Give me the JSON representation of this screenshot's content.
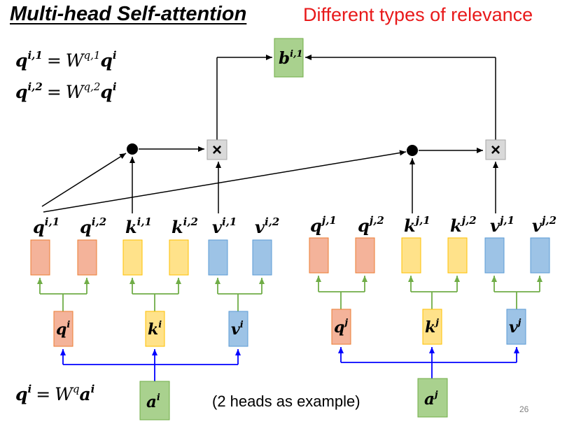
{
  "title": "Multi-head Self-attention",
  "subtitle": "Different types of relevance",
  "note": "(2 heads as example)",
  "page_number": "26",
  "colors": {
    "query": "#f4b39a",
    "key": "#ffe28a",
    "value": "#9dc3e6",
    "input": "#a9d18e",
    "output": "#a9d18e",
    "branch_green": "#70ad47",
    "input_blue": "#0000ff",
    "multiply_box": "#d9d9d9"
  },
  "equations": {
    "eq1": {
      "lhs_base": "q",
      "lhs_sup": "i,1",
      "equals": "=",
      "W": "W",
      "W_sup": "q,1",
      "rhs_base": "q",
      "rhs_sup": "i"
    },
    "eq2": {
      "lhs_base": "q",
      "lhs_sup": "i,2",
      "equals": "=",
      "W": "W",
      "W_sup": "q,2",
      "rhs_base": "q",
      "rhs_sup": "i"
    },
    "eq3": {
      "lhs_base": "q",
      "lhs_sup": "i",
      "equals": "=",
      "W": "W",
      "W_sup": "q",
      "rhs_base": "a",
      "rhs_sup": "i"
    }
  },
  "output": {
    "base": "b",
    "sup": "i,1"
  },
  "multiply_symbol": "×",
  "head_labels": {
    "i": [
      {
        "base": "q",
        "sup": "i,1"
      },
      {
        "base": "q",
        "sup": "i,2"
      },
      {
        "base": "k",
        "sup": "i,1"
      },
      {
        "base": "k",
        "sup": "i,2"
      },
      {
        "base": "v",
        "sup": "i,1"
      },
      {
        "base": "v",
        "sup": "i,2"
      }
    ],
    "j": [
      {
        "base": "q",
        "sup": "j,1"
      },
      {
        "base": "q",
        "sup": "j,2"
      },
      {
        "base": "k",
        "sup": "j,1"
      },
      {
        "base": "k",
        "sup": "j,2"
      },
      {
        "base": "v",
        "sup": "j,1"
      },
      {
        "base": "v",
        "sup": "j,2"
      }
    ]
  },
  "mid_labels": {
    "i": [
      {
        "base": "q",
        "sup": "i"
      },
      {
        "base": "k",
        "sup": "i"
      },
      {
        "base": "v",
        "sup": "i"
      }
    ],
    "j": [
      {
        "base": "q",
        "sup": "j"
      },
      {
        "base": "k",
        "sup": "j"
      },
      {
        "base": "v",
        "sup": "j"
      }
    ]
  },
  "inputs": {
    "i": {
      "base": "a",
      "sup": "i"
    },
    "j": {
      "base": "a",
      "sup": "j"
    }
  }
}
